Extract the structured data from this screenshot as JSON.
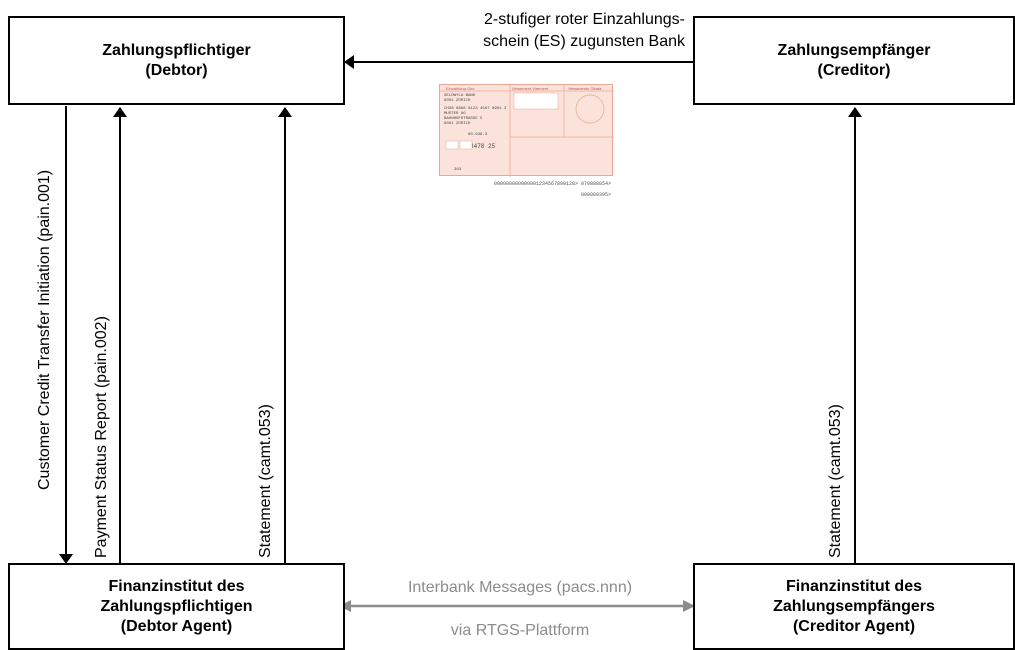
{
  "debtor": {
    "line1": "Zahlungspflichtiger",
    "line2": "(Debtor)"
  },
  "creditor": {
    "line1": "Zahlungsempfänger",
    "line2": "(Creditor)"
  },
  "debtor_agent": {
    "line1": "Finanzinstitut des",
    "line2": "Zahlungspflichtigen",
    "line3": "(Debtor Agent)"
  },
  "creditor_agent": {
    "line1": "Finanzinstitut des",
    "line2": "Zahlungsempfängers",
    "line3": "(Creditor Agent)"
  },
  "es_label": {
    "line1": "2-stufiger roter Einzahlungs-",
    "line2": "schein (ES) zugunsten Bank"
  },
  "flows": {
    "pain001": "Customer Credit Transfer Initiation (pain.001)",
    "pain002": "Payment Status Report (pain.002)",
    "camt053_debtor": "Statement (camt.053)",
    "camt053_creditor": "Statement (camt.053)"
  },
  "interbank": {
    "line1": "Interbank Messages (pacs.nnn)",
    "line2": "via RTGS-Plattform"
  },
  "slip": {
    "sec1": "Einzahlung Giro",
    "sec2": "Versement Virement",
    "sec3": "Versamento Girata",
    "bank": "SELDWYLA BANK\n8001 ZÜRICH",
    "iban": "CH38 0888 8123 4567 8901 2\nMUSTER AG\nBAHNHOFSTRASSE 5\n8001 ZÜRICH",
    "account": "80-939-3",
    "amount_digits": "8478 25",
    "code": "303",
    "ocr1": "000000000000001234567890128> 070888854>",
    "ocr2": "800009395>"
  },
  "colors": {
    "line": "#000000",
    "interbank": "#8c8c8c",
    "slip_bg": "#fbe3db",
    "slip_border": "#e9a894"
  }
}
